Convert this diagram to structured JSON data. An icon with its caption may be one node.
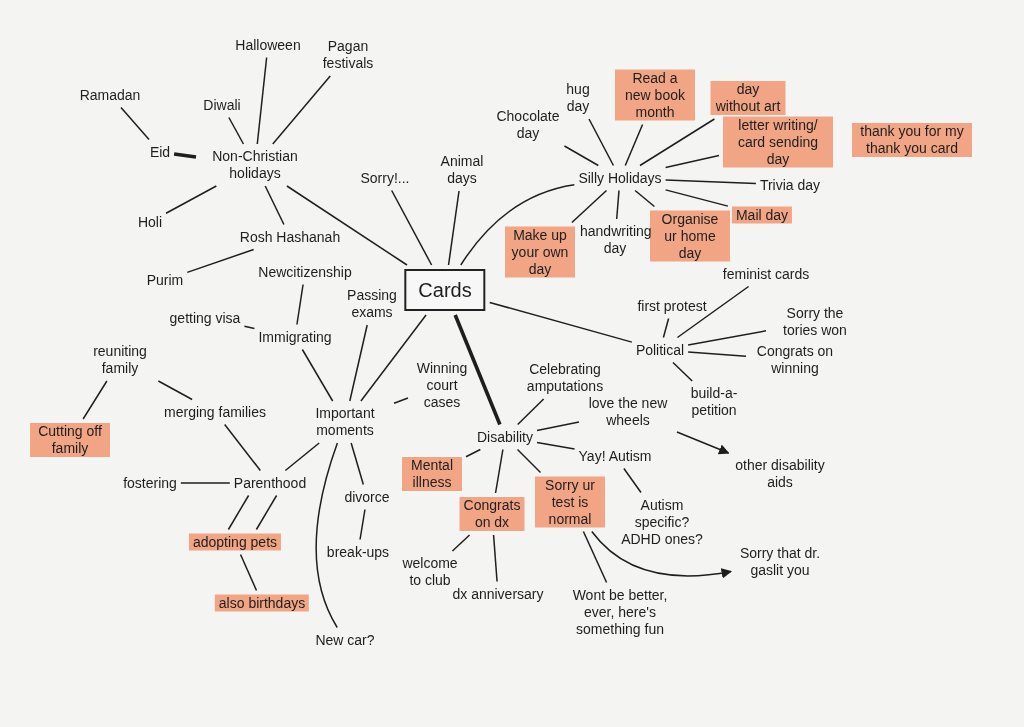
{
  "diagram": {
    "nodes": [
      {
        "text": [
          "Cards"
        ]
      },
      {
        "text": [
          "Non-Christian holidays"
        ]
      },
      {
        "text": [
          "Ramadan"
        ]
      },
      {
        "text": [
          "Eid"
        ]
      },
      {
        "text": [
          "Diwali"
        ]
      },
      {
        "text": [
          "Halloween"
        ]
      },
      {
        "text": [
          "Pagan festivals"
        ]
      },
      {
        "text": [
          "Holi"
        ]
      },
      {
        "text": [
          "Rosh Hashanah"
        ]
      },
      {
        "text": [
          "Purim"
        ]
      },
      {
        "text": [
          "Sorry!..."
        ]
      },
      {
        "text": [
          "Animal days"
        ]
      },
      {
        "text": [
          "Chocolate day"
        ]
      },
      {
        "text": [
          "hug day"
        ]
      },
      {
        "text": [
          "Silly Holidays"
        ]
      },
      {
        "text": [
          "Read a new book month"
        ]
      },
      {
        "text": [
          "day without art"
        ]
      },
      {
        "text": [
          "letter writing/ card sending day"
        ]
      },
      {
        "text": [
          "Trivia day"
        ]
      },
      {
        "text": [
          "Mail day"
        ]
      },
      {
        "text": [
          "Organise ur home day"
        ]
      },
      {
        "text": [
          "handwriting day"
        ]
      },
      {
        "text": [
          "Make up your own day"
        ]
      },
      {
        "text": [
          "thank you for my thank you card"
        ]
      },
      {
        "text": [
          "Newcitizenship"
        ]
      },
      {
        "text": [
          "getting visa"
        ]
      },
      {
        "text": [
          "Immigrating"
        ]
      },
      {
        "text": [
          "Passing exams"
        ]
      },
      {
        "text": [
          "reuniting family"
        ]
      },
      {
        "text": [
          "Cutting off family"
        ]
      },
      {
        "text": [
          "merging families"
        ]
      },
      {
        "text": [
          "Important moments"
        ]
      },
      {
        "text": [
          "Winning court cases"
        ]
      },
      {
        "text": [
          "fostering"
        ]
      },
      {
        "text": [
          "Parenthood"
        ]
      },
      {
        "text": [
          "adopting pets"
        ]
      },
      {
        "text": [
          "also birthdays"
        ]
      },
      {
        "text": [
          "divorce"
        ]
      },
      {
        "text": [
          "break-ups"
        ]
      },
      {
        "text": [
          "New car?"
        ]
      },
      {
        "text": [
          "Disability"
        ]
      },
      {
        "text": [
          "Celebrating amputations"
        ]
      },
      {
        "text": [
          "love the new wheels"
        ]
      },
      {
        "text": [
          "Yay! Autism"
        ]
      },
      {
        "text": [
          "Autism specific? ADHD ones?"
        ]
      },
      {
        "text": [
          "Mental illness"
        ]
      },
      {
        "text": [
          "Congrats on dx"
        ]
      },
      {
        "text": [
          "Sorry ur test is normal"
        ]
      },
      {
        "text": [
          "welcome to club"
        ]
      },
      {
        "text": [
          "dx anniversary"
        ]
      },
      {
        "text": [
          "Wont be better, ever, here's something fun"
        ]
      },
      {
        "text": [
          "Sorry that dr. gaslit you"
        ]
      },
      {
        "text": [
          "Political"
        ]
      },
      {
        "text": [
          "first protest"
        ]
      },
      {
        "text": [
          "feminist cards"
        ]
      },
      {
        "text": [
          "Sorry the tories won"
        ]
      },
      {
        "text": [
          "Congrats on winning"
        ]
      },
      {
        "text": [
          "build-a- petition"
        ]
      },
      {
        "text": [
          "other disability aids"
        ]
      }
    ],
    "edges": [
      {
        "from": 0,
        "to": 1,
        "arrow": "none"
      },
      {
        "from": 0,
        "to": 10,
        "arrow": "none"
      },
      {
        "from": 0,
        "to": 11,
        "arrow": "none"
      },
      {
        "from": 0,
        "to": 14,
        "arrow": "none"
      },
      {
        "from": 0,
        "to": 52,
        "arrow": "none"
      },
      {
        "from": 0,
        "to": 40,
        "arrow": "none",
        "style": "thick"
      },
      {
        "from": 0,
        "to": 31,
        "arrow": "none"
      },
      {
        "from": 2,
        "to": 3,
        "arrow": "none"
      },
      {
        "from": 3,
        "to": 1,
        "arrow": "none",
        "style": "thick"
      },
      {
        "from": 4,
        "to": 1,
        "arrow": "none"
      },
      {
        "from": 5,
        "to": 1,
        "arrow": "none"
      },
      {
        "from": 6,
        "to": 1,
        "arrow": "none"
      },
      {
        "from": 7,
        "to": 1,
        "arrow": "none"
      },
      {
        "from": 8,
        "to": 1,
        "arrow": "none"
      },
      {
        "from": 9,
        "to": 8,
        "arrow": "none"
      },
      {
        "from": 12,
        "to": 14,
        "arrow": "none"
      },
      {
        "from": 13,
        "to": 14,
        "arrow": "none"
      },
      {
        "from": 15,
        "to": 14,
        "arrow": "none"
      },
      {
        "from": 16,
        "to": 14,
        "arrow": "none"
      },
      {
        "from": 17,
        "to": 14,
        "arrow": "none"
      },
      {
        "from": 18,
        "to": 14,
        "arrow": "none"
      },
      {
        "from": 19,
        "to": 14,
        "arrow": "none"
      },
      {
        "from": 20,
        "to": 14,
        "arrow": "none"
      },
      {
        "from": 21,
        "to": 14,
        "arrow": "none"
      },
      {
        "from": 22,
        "to": 14,
        "arrow": "none"
      },
      {
        "from": 24,
        "to": 26,
        "arrow": "none"
      },
      {
        "from": 25,
        "to": 26,
        "arrow": "none"
      },
      {
        "from": 26,
        "to": 31,
        "arrow": "none"
      },
      {
        "from": 27,
        "to": 31,
        "arrow": "none"
      },
      {
        "from": 28,
        "to": 30,
        "arrow": "none"
      },
      {
        "from": 28,
        "to": 29,
        "arrow": "none"
      },
      {
        "from": 30,
        "to": 34,
        "arrow": "none"
      },
      {
        "from": 33,
        "to": 34,
        "arrow": "none"
      },
      {
        "from": 34,
        "to": 31,
        "arrow": "none"
      },
      {
        "from": 34,
        "to": 35,
        "arrow": "none"
      },
      {
        "from": 34,
        "to": 35,
        "arrow": "none"
      },
      {
        "from": 35,
        "to": 36,
        "arrow": "none"
      },
      {
        "from": 31,
        "to": 32,
        "arrow": "none"
      },
      {
        "from": 31,
        "to": 37,
        "arrow": "none"
      },
      {
        "from": 37,
        "to": 38,
        "arrow": "none"
      },
      {
        "from": 31,
        "to": 39,
        "arrow": "none"
      },
      {
        "from": 40,
        "to": 41,
        "arrow": "none"
      },
      {
        "from": 40,
        "to": 42,
        "arrow": "none"
      },
      {
        "from": 40,
        "to": 43,
        "arrow": "none"
      },
      {
        "from": 40,
        "to": 45,
        "arrow": "none"
      },
      {
        "from": 40,
        "to": 46,
        "arrow": "none"
      },
      {
        "from": 40,
        "to": 47,
        "arrow": "none"
      },
      {
        "from": 48,
        "to": 46,
        "arrow": "none"
      },
      {
        "from": 46,
        "to": 49,
        "arrow": "none"
      },
      {
        "from": 47,
        "to": 50,
        "arrow": "none"
      },
      {
        "from": 47,
        "to": 51,
        "arrow": "to"
      },
      {
        "from": 43,
        "to": 44,
        "arrow": "none"
      },
      {
        "from": 42,
        "to": 58,
        "arrow": "to"
      },
      {
        "from": 52,
        "to": 53,
        "arrow": "none"
      },
      {
        "from": 52,
        "to": 54,
        "arrow": "none"
      },
      {
        "from": 52,
        "to": 55,
        "arrow": "none"
      },
      {
        "from": 52,
        "to": 56,
        "arrow": "none"
      },
      {
        "from": 52,
        "to": 57,
        "arrow": "none"
      }
    ]
  }
}
